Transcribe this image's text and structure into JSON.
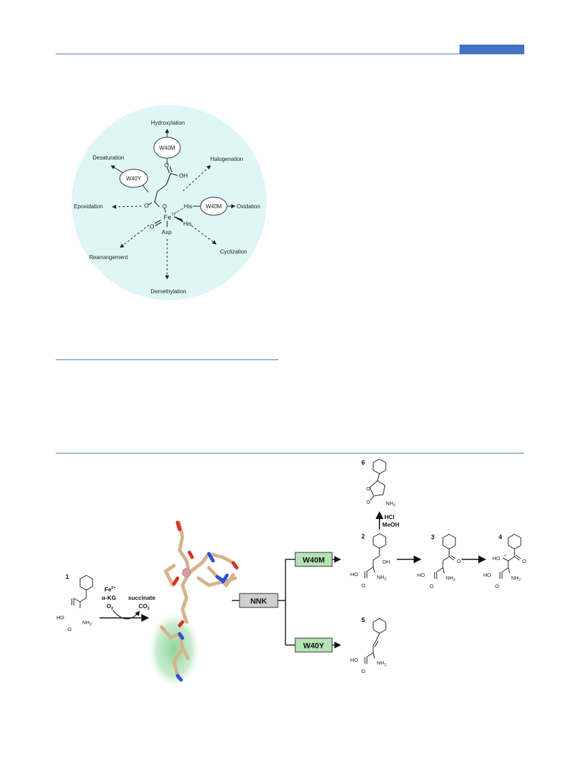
{
  "figure1": {
    "center": {
      "oh": "OH",
      "o_top": "O",
      "o_ring": "O",
      "fe": "Fe",
      "fe_ox": "IV",
      "o_oxo": "O",
      "his1": "His",
      "his2": "His",
      "asp": "Asp"
    },
    "labels": {
      "hydroxylation": "Hydroxylation",
      "halogenation": "Halogenation",
      "oxidation": "Oxidation",
      "cyclization": "Cyclization",
      "demethylation": "Demethylation",
      "rearrangement": "Rearrangement",
      "epoxidation": "Epoxidation",
      "desaturation": "Desaturation"
    },
    "mutants": {
      "top": "W40M",
      "left": "W40Y",
      "right": "W40M"
    },
    "colors": {
      "circle": "#dff6f6"
    }
  },
  "figure2": {
    "compounds": {
      "c1": "1",
      "c2": "2",
      "c3": "3",
      "c4": "4",
      "c5": "5",
      "c6": "6"
    },
    "atoms": {
      "ho": "HO",
      "o": "O",
      "nh2": "NH",
      "nh2_sub": "2",
      "oh": "OH",
      "asterisk": "*"
    },
    "cofactors": {
      "fe": "Fe",
      "fe_sup": "2+",
      "akg": "α-KG",
      "o2": "O",
      "o2_sub": "2",
      "succinate": "succinate",
      "co2": "CO",
      "co2_sub": "2"
    },
    "reagents": {
      "hcl": "HCl",
      "meoh": "MeOH"
    },
    "boxes": {
      "nnk": "NNK",
      "w40m": "W40M",
      "w40y": "W40Y"
    },
    "colors": {
      "mutant_box": "#b5e3b5",
      "nnk_box": "#cfcfcf",
      "glow": "#7fd08f",
      "carbon": "#d4b48c",
      "oxygen": "#d9312b",
      "nitrogen": "#2b50d9",
      "iron": "#d99aa0"
    }
  }
}
